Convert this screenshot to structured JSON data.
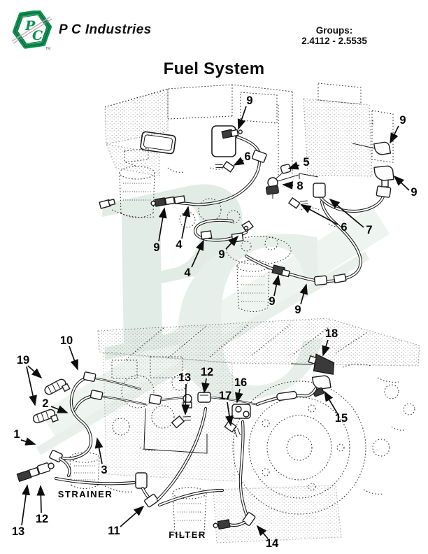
{
  "header": {
    "logo": {
      "p": "P",
      "c": "C",
      "tm": "TM"
    },
    "company": "P C Industries",
    "groups_label": "Groups:",
    "groups_value": "2.4112 - 2.5535"
  },
  "title": "Fuel System",
  "watermark": {
    "p": "P",
    "c": "C"
  },
  "colors": {
    "logo_green": "#0e9150",
    "logo_green_dark": "#076038",
    "watermark_green": "#e2ece6",
    "ink": "#1c1c1c"
  },
  "diagrams": {
    "top": {
      "callouts": [
        {
          "label": "9"
        },
        {
          "label": "6"
        },
        {
          "label": "5"
        },
        {
          "label": "8"
        },
        {
          "label": "9"
        },
        {
          "label": "9"
        },
        {
          "label": "6"
        },
        {
          "label": "7"
        },
        {
          "label": "9"
        },
        {
          "label": "4"
        },
        {
          "label": "9"
        },
        {
          "label": "4"
        },
        {
          "label": "9"
        },
        {
          "label": "9"
        }
      ]
    },
    "bottom": {
      "callouts": [
        {
          "label": "10"
        },
        {
          "label": "19"
        },
        {
          "label": "2"
        },
        {
          "label": "1"
        },
        {
          "label": "13"
        },
        {
          "label": "12"
        },
        {
          "label": "18"
        },
        {
          "label": "16"
        },
        {
          "label": "17"
        },
        {
          "label": "15"
        },
        {
          "label": "3"
        },
        {
          "label": "13"
        },
        {
          "label": "12"
        },
        {
          "label": "11"
        },
        {
          "label": "14"
        }
      ],
      "strainer_label": "STRAINER",
      "filter_label": "FILTER"
    }
  }
}
